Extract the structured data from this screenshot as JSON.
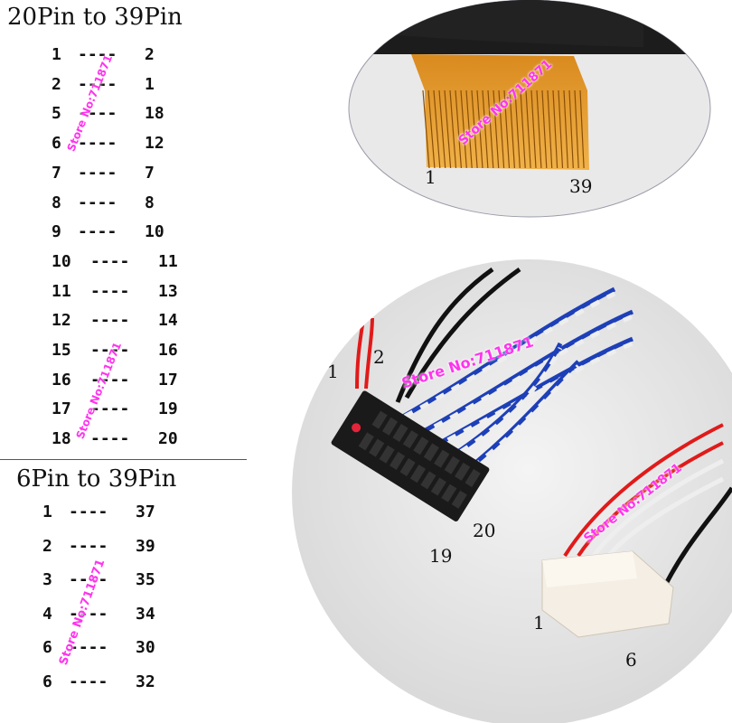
{
  "section20": {
    "title": "20Pin to  39Pin",
    "rows": [
      {
        "a": "1",
        "dash": "----",
        "b": "2"
      },
      {
        "a": "2",
        "dash": "----",
        "b": "1"
      },
      {
        "a": "5",
        "dash": "----",
        "b": "18"
      },
      {
        "a": "6",
        "dash": "----",
        "b": "12"
      },
      {
        "a": "7",
        "dash": "----",
        "b": "7"
      },
      {
        "a": "8",
        "dash": "----",
        "b": "8"
      },
      {
        "a": "9",
        "dash": "----",
        "b": "10"
      },
      {
        "a": "10",
        "dash": "----",
        "b": "11"
      },
      {
        "a": "11",
        "dash": "----",
        "b": "13"
      },
      {
        "a": "12",
        "dash": "----",
        "b": "14"
      },
      {
        "a": "15",
        "dash": "----",
        "b": "16"
      },
      {
        "a": "16",
        "dash": "----",
        "b": "17"
      },
      {
        "a": "17",
        "dash": "----",
        "b": "19"
      },
      {
        "a": "18",
        "dash": "----",
        "b": "20"
      }
    ]
  },
  "section6": {
    "title": "6Pin to  39Pin",
    "rows": [
      {
        "a": "1",
        "dash": "----",
        "b": "37"
      },
      {
        "a": "2",
        "dash": "----",
        "b": "39"
      },
      {
        "a": "3",
        "dash": "----",
        "b": "35"
      },
      {
        "a": "4",
        "dash": "----",
        "b": "34"
      },
      {
        "a": "6",
        "dash": "----",
        "b": "30"
      },
      {
        "a": "6",
        "dash": "----",
        "b": "32"
      }
    ]
  },
  "watermark": "Store No:711871",
  "photo_top": {
    "left_label": "1",
    "right_label": "39"
  },
  "photo_bottom": {
    "connector20_labels": {
      "pin1": "1",
      "pin2": "2",
      "pin19": "19",
      "pin20": "20"
    },
    "connector6_labels": {
      "pin1": "1",
      "pin6": "6"
    }
  },
  "colors": {
    "watermark": "#ff33ee",
    "fpc": "#e8a330",
    "wire_blue": "#1d3fb8",
    "wire_red": "#e11a1a"
  }
}
